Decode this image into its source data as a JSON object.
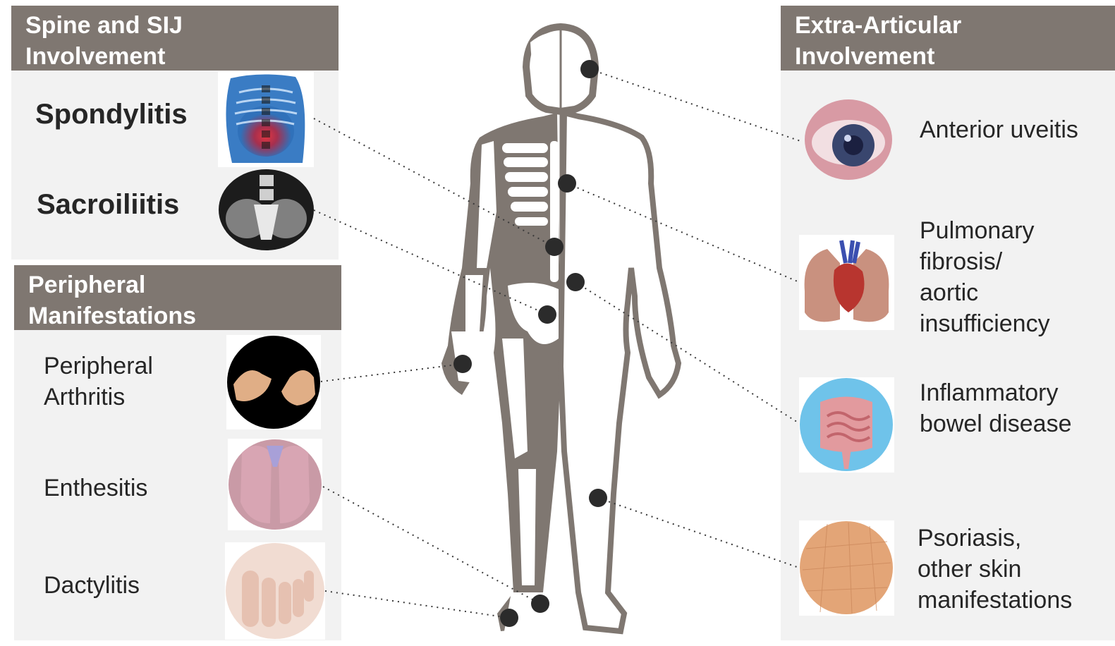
{
  "spine_panel": {
    "header": "Spine and SIJ\nInvolvement",
    "items": [
      {
        "label": "Spondylitis",
        "image_icon": "spine-xray-icon"
      },
      {
        "label": "Sacroiliitis",
        "image_icon": "pelvis-xray-icon"
      }
    ]
  },
  "peripheral_panel": {
    "header": "Peripheral\nManifestations",
    "items": [
      {
        "label": "Peripheral\nArthritis",
        "image_icon": "hands-icon"
      },
      {
        "label": "Enthesitis",
        "image_icon": "heels-icon"
      },
      {
        "label": "Dactylitis",
        "image_icon": "toes-icon"
      }
    ]
  },
  "extra_panel": {
    "header": "Extra-Articular\nInvolvement",
    "items": [
      {
        "label": "Anterior uveitis",
        "image_icon": "eye-icon"
      },
      {
        "label": "Pulmonary\nfibrosis/\naortic\ninsufficiency",
        "image_icon": "heart-lungs-icon"
      },
      {
        "label": "Inflammatory\nbowel disease",
        "image_icon": "intestines-icon"
      },
      {
        "label": "Psoriasis,\nother skin\nmanifestations",
        "image_icon": "skin-icon"
      }
    ]
  },
  "colors": {
    "header_bg": "#7f7771",
    "panel_bg": "#f2f2f2",
    "figure_fill": "#7f7771",
    "marker": "#2b2b2b"
  }
}
